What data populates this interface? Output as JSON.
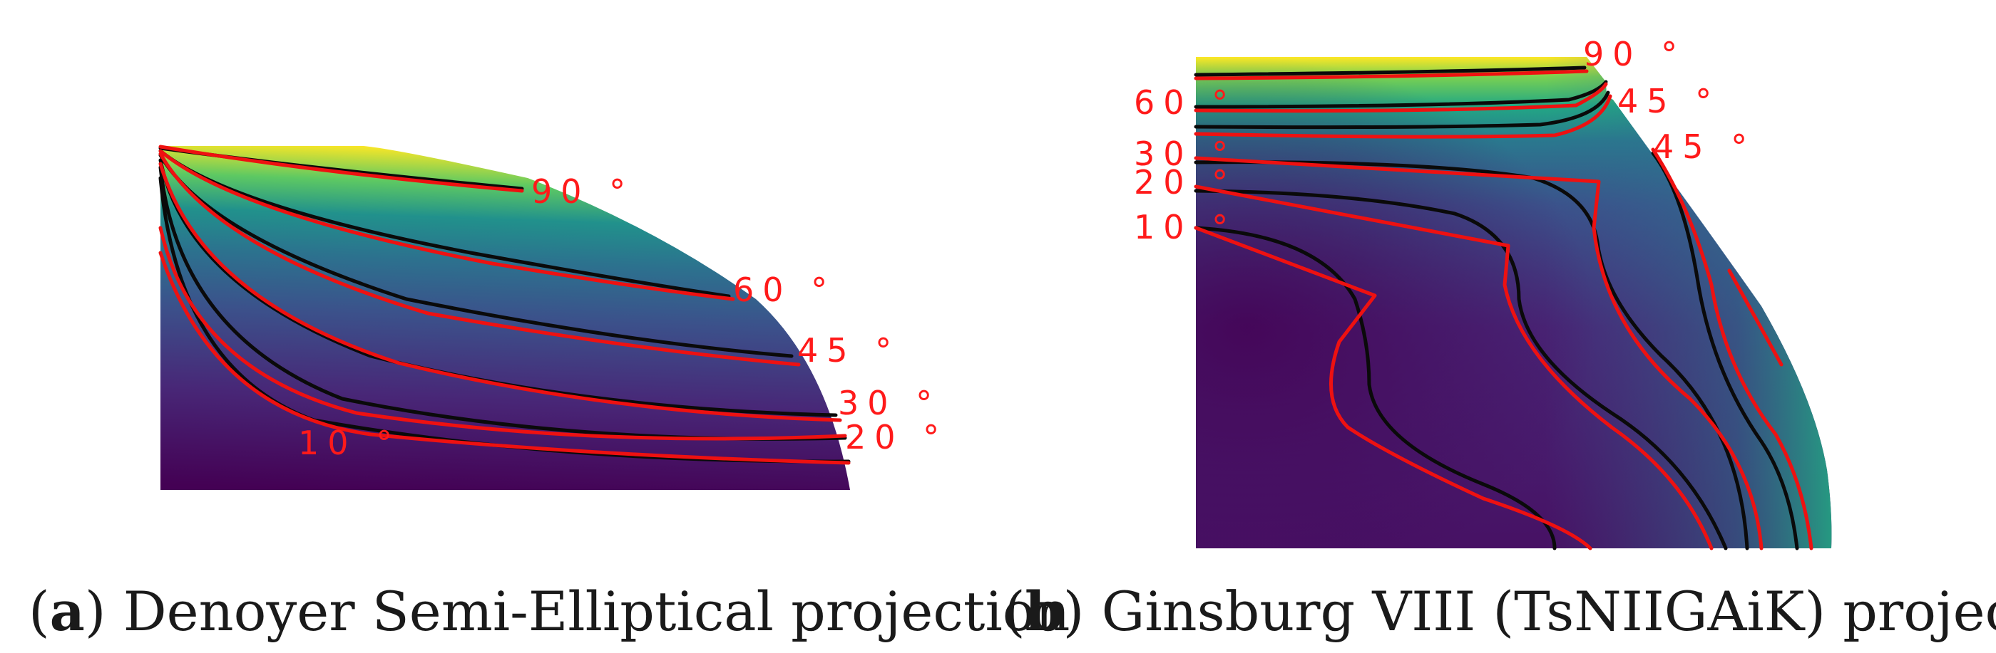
{
  "panel_a": {
    "letter": "a",
    "title": " Denoyer Semi-Elliptical projection",
    "contour_labels": [
      "90 °",
      "60 °",
      "45 °",
      "30 °",
      "20 °",
      "10 °"
    ]
  },
  "panel_b": {
    "letter": "b",
    "title": " Ginsburg VIII (TsNIIGAiK) projection",
    "contour_labels": [
      "90 °",
      "60 °",
      "45 °",
      "45 °",
      "30 °",
      "20 °",
      "10 °"
    ]
  },
  "colors": {
    "colormap_low": "#440154",
    "colormap_mid": "#31688e",
    "colormap_high": "#fde725",
    "red_contour": "#ee1111",
    "black_contour": "#0a0a0a",
    "label_red": "#ff1a1a"
  }
}
